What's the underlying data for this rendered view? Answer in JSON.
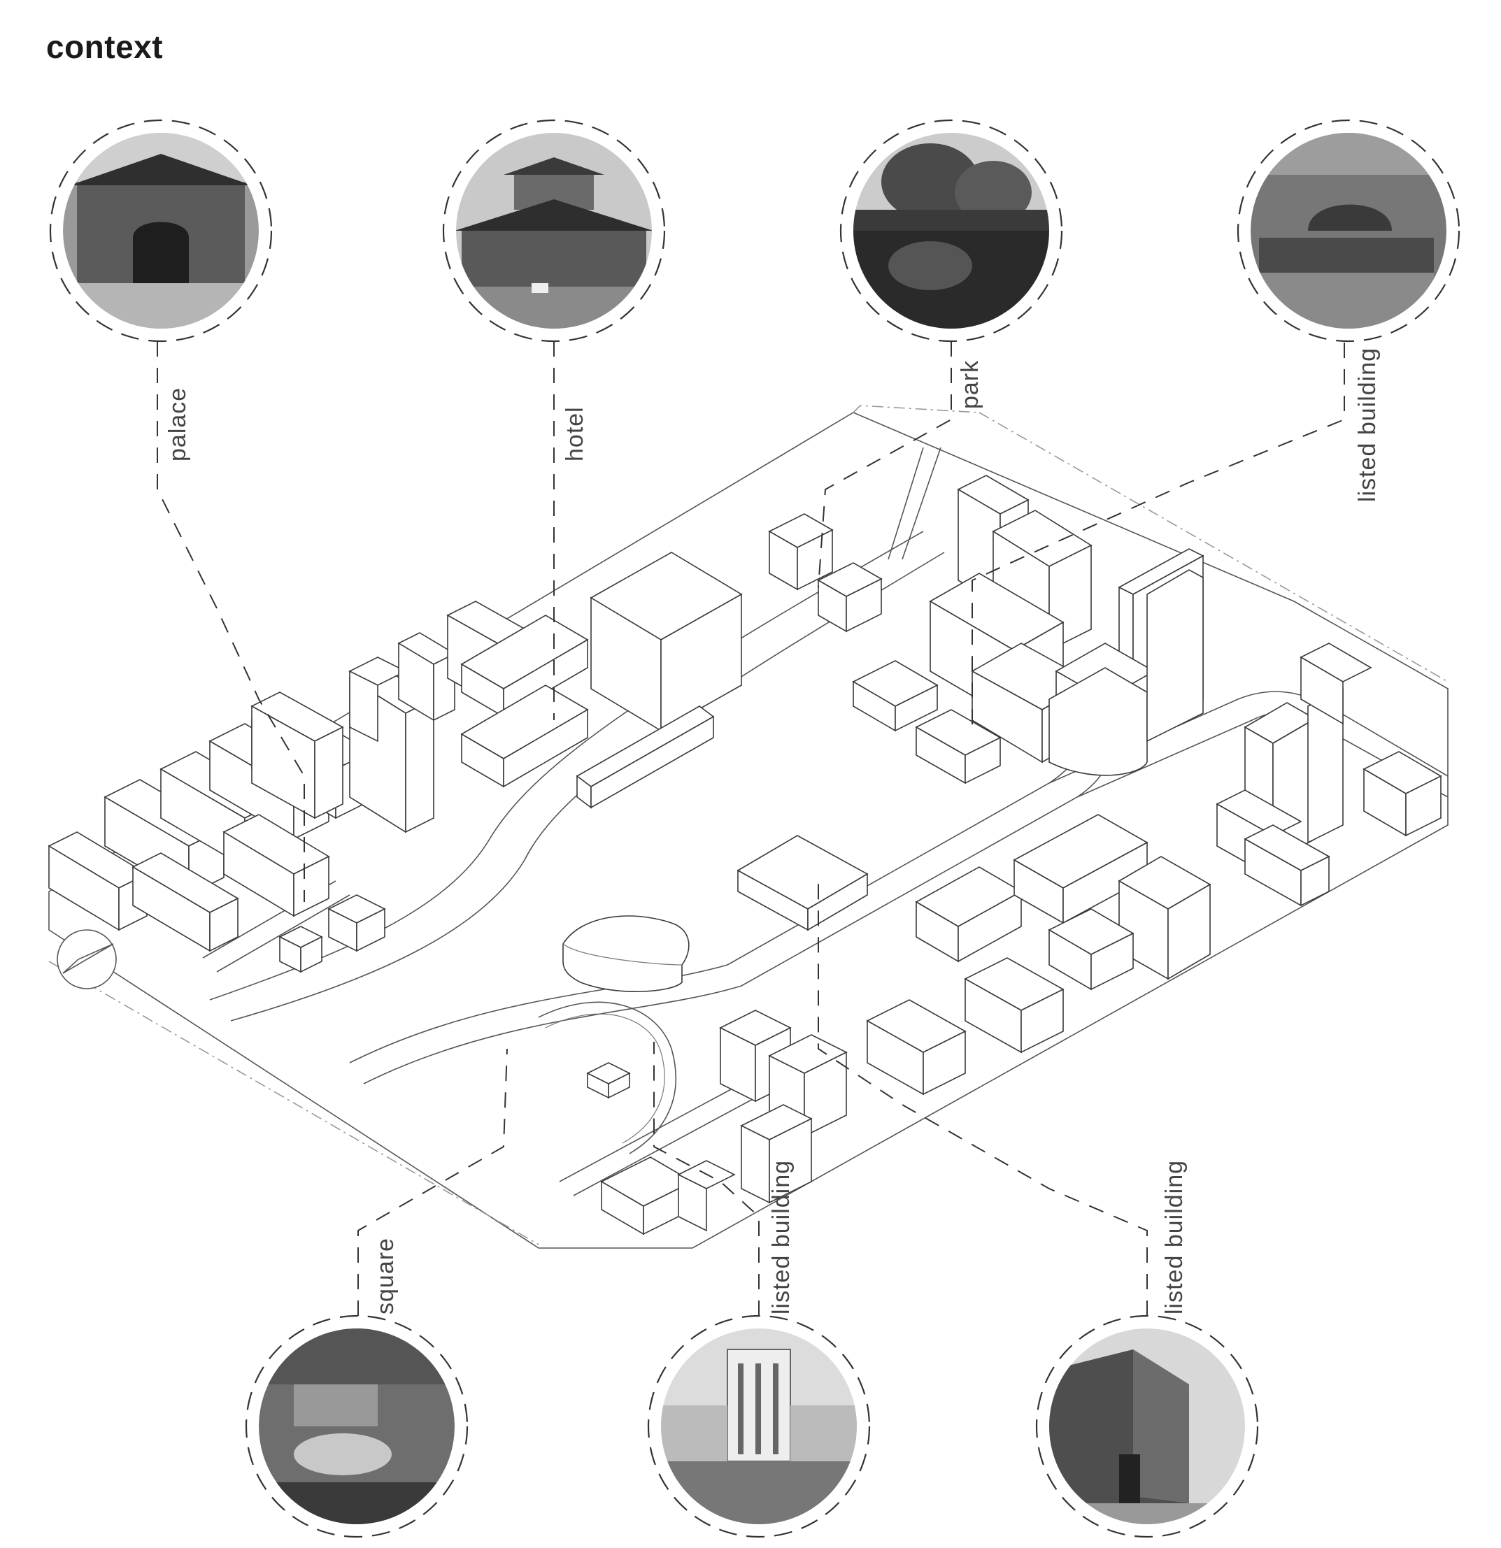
{
  "title": "context",
  "photo_labels": {
    "palace": "palace",
    "hotel": "hotel",
    "park": "park",
    "listed_building_top": "listed  building",
    "square": "square",
    "listed_building_bottom_1": "listed  building",
    "listed_building_bottom_2": "listed  building"
  },
  "icons": {
    "north_arrow": "north-arrow-icon"
  },
  "colors": {
    "line": "#333333",
    "photo_dark": "#4a4a4a",
    "background": "#ffffff"
  }
}
